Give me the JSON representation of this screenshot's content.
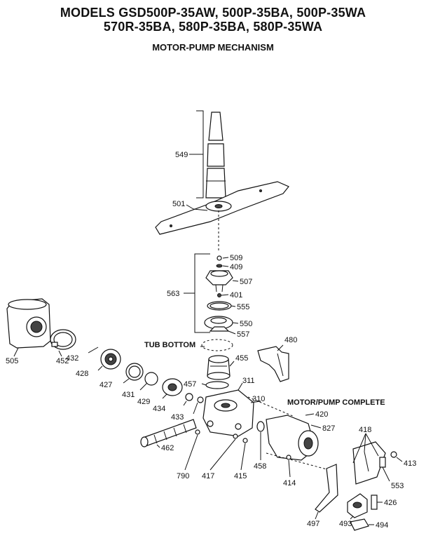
{
  "header": {
    "title_line1": "MODELS GSD500P-35AW, 500P-35BA, 500P-35WA",
    "title_line2": "570R-35BA, 580P-35BA, 580P-35WA",
    "subtitle": "MOTOR-PUMP MECHANISM"
  },
  "annotations": {
    "tub_bottom": "TUB BOTTOM",
    "motor_pump_complete": "MOTOR/PUMP COMPLETE"
  },
  "part_numbers": {
    "p549": "549",
    "p501": "501",
    "p509": "509",
    "p409": "409",
    "p507": "507",
    "p563": "563",
    "p401": "401",
    "p555": "555",
    "p550": "550",
    "p557": "557",
    "p480": "480",
    "p505": "505",
    "p452": "452",
    "p432": "432",
    "p428": "428",
    "p427": "427",
    "p431": "431",
    "p429": "429",
    "p434": "434",
    "p433": "433",
    "p455": "455",
    "p457": "457",
    "p311": "311",
    "p310": "310",
    "p420": "420",
    "p827": "827",
    "p462": "462",
    "p790": "790",
    "p417": "417",
    "p415": "415",
    "p458": "458",
    "p414": "414",
    "p418": "418",
    "p413": "413",
    "p553": "553",
    "p426": "426",
    "p497": "497",
    "p493": "493",
    "p494": "494"
  }
}
